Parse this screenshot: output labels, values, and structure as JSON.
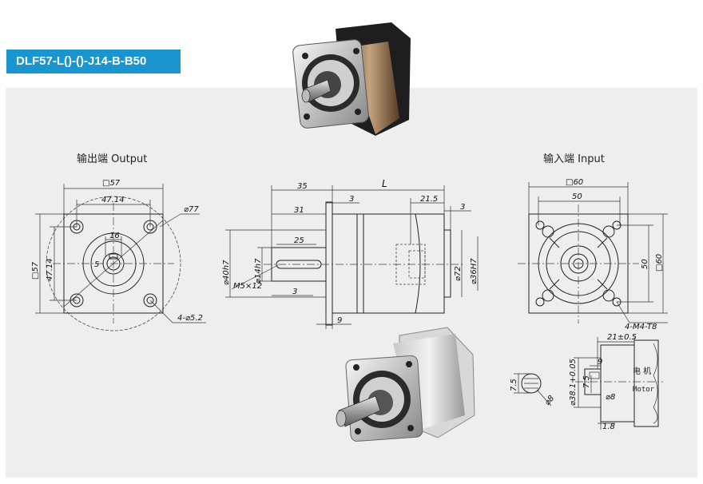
{
  "title": "DLF57-L()-()-J14-B-B50",
  "views": {
    "output_label": "输出端 Output",
    "input_label": "输入端 Input",
    "motor_cn": "电  机",
    "motor_en": "Motor"
  },
  "output_dims": {
    "sq57_top": "□57",
    "w4714_top": "47.14",
    "d77": "⌀77",
    "d16": "16",
    "k5": "5",
    "sq57_left": "□57",
    "h4714_left": "47.14",
    "holes": "4-⌀5.2"
  },
  "side_dims": {
    "l35": "35",
    "l3a": "3",
    "lL": "L",
    "l215": "21.5",
    "l3b": "3",
    "l31": "31",
    "l25": "25",
    "d40h7": "⌀40h7",
    "d14h7": "⌀14h7",
    "m5": "M5×12",
    "l3c": "3",
    "l9": "9",
    "d72": "⌀72",
    "d36h7": "⌀36H7"
  },
  "input_dims": {
    "sq60_top": "□60",
    "w50_top": "50",
    "h50": "50",
    "sq60_right": "□60",
    "m4": "4-M4-T8"
  },
  "motor_dims": {
    "d21": "21±0.5",
    "d9": "9",
    "d381": "⌀38.1+0.05",
    "d75a": "7.5",
    "d8": "⌀8",
    "d18": "1.8",
    "k75": "7.5",
    "kd8": "⌀8"
  }
}
